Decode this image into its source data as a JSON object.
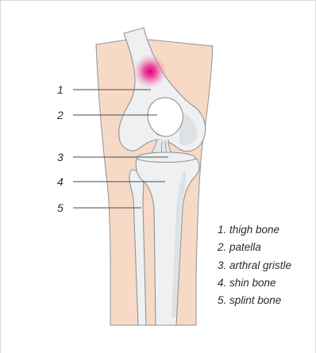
{
  "callouts": [
    "1",
    "2",
    "3",
    "4",
    "5"
  ],
  "legend": [
    "1. thigh bone",
    "2. patella",
    "3. arthral gristle",
    "4. shin bone",
    "5. splint bone"
  ],
  "colors": {
    "skin": "#f6dac6",
    "bone": "#eef0f1",
    "bone_shadow": "#dfe2e4",
    "outline": "#8f9498",
    "pain_spot": "#e3007a",
    "leader": "#4a4a4a"
  }
}
